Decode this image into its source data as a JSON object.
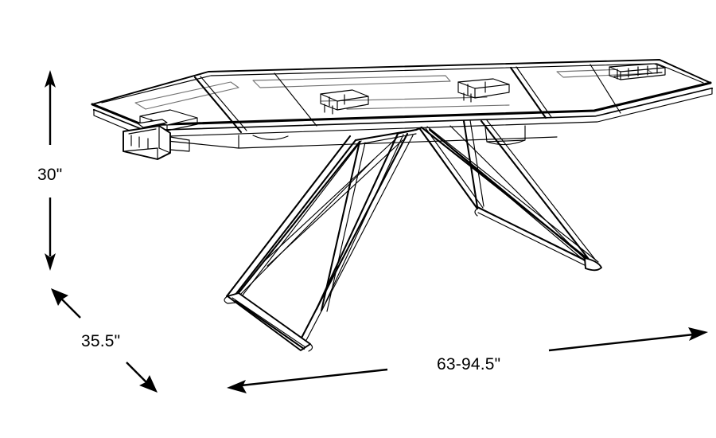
{
  "diagram": {
    "subject": "extendable dining table",
    "view": "three-quarter perspective line drawing",
    "line_color": "#000000",
    "background_color": "#ffffff",
    "dimensions": {
      "height": {
        "label": "30\"",
        "name": "height-dimension",
        "orientation": "vertical",
        "arrow_style": "double-ended split around label"
      },
      "depth": {
        "label": "35.5\"",
        "name": "depth-dimension",
        "orientation": "diagonal",
        "arrow_style": "double-ended split around label"
      },
      "width": {
        "label": "63-94.5\"",
        "name": "width-dimension",
        "orientation": "horizontal-angled",
        "arrow_style": "double-ended split around label"
      }
    },
    "parts": {
      "tabletop": "rectangular extendable top with leaf seams",
      "extension_leaves": 2,
      "extension_brackets": 4,
      "base": "sculptural X-trestle metal rod base",
      "legs": 2,
      "feet": "flat floor runner bars"
    }
  }
}
